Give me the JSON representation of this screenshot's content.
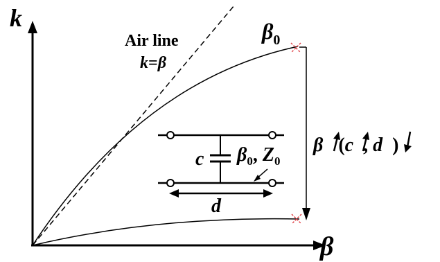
{
  "axes": {
    "y_label": "k",
    "x_label": "β"
  },
  "air_line": {
    "title": "Air line",
    "equation_k": "k",
    "equation_eq": "=",
    "equation_beta": "β"
  },
  "beta0_label": {
    "symbol": "β",
    "subscript": "0"
  },
  "annotation": {
    "beta": "β",
    "open_paren": "(",
    "c": "c",
    "comma": ", ",
    "d": "d",
    "close_paren": ")"
  },
  "circuit": {
    "capacitor_label": "c",
    "beta_symbol": "β",
    "beta_sub": "0",
    "sep": ", ",
    "z_symbol": "Z",
    "z_sub": "0",
    "length_label": "d"
  },
  "colors": {
    "line": "#000000",
    "marker": "#e0474c"
  }
}
